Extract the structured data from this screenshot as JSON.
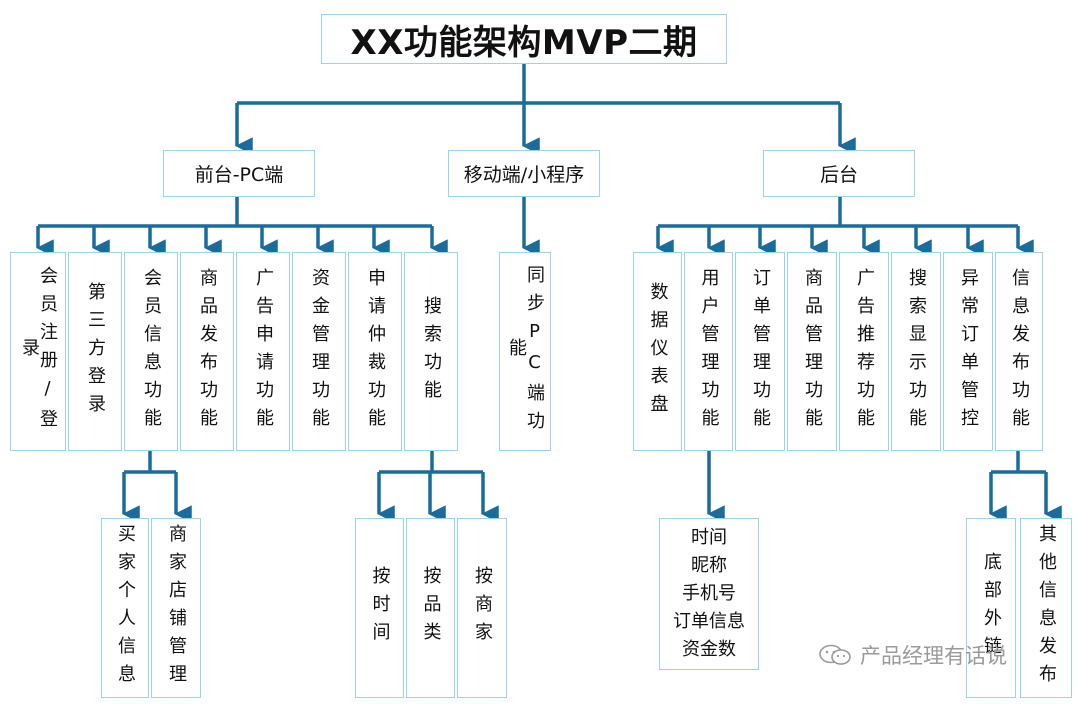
{
  "title": "XX功能架构MVP二期",
  "categories": {
    "pc": "前台-PC端",
    "mobile": "移动端/小程序",
    "backend": "后台"
  },
  "pc_items": [
    "会员注册/登录",
    "第三方登录",
    "会员信息功能",
    "商品发布功能",
    "广告申请功能",
    "资金管理功能",
    "申请仲裁功能",
    "搜索功能"
  ],
  "member_sub": [
    "买家个人信息",
    "商家店铺管理"
  ],
  "search_sub": [
    "按时间",
    "按品类",
    "按商家"
  ],
  "mobile_items": [
    "同步PC端功能"
  ],
  "backend_items": [
    "数据仪表盘",
    "用户管理功能",
    "订单管理功能",
    "商品管理功能",
    "广告推荐功能",
    "搜索显示功能",
    "异常订单管控",
    "信息发布功能"
  ],
  "user_sub": {
    "lines": [
      "时间",
      "昵称",
      "手机号",
      "订单信息",
      "资金数"
    ]
  },
  "info_sub": [
    "底部外链",
    "其他信息发布"
  ],
  "watermark": "产品经理有话说",
  "colors": {
    "connector": "#1b6b9c",
    "box_border": "#9dd3ea"
  },
  "icons": {
    "watermark": "wechat-icon"
  }
}
